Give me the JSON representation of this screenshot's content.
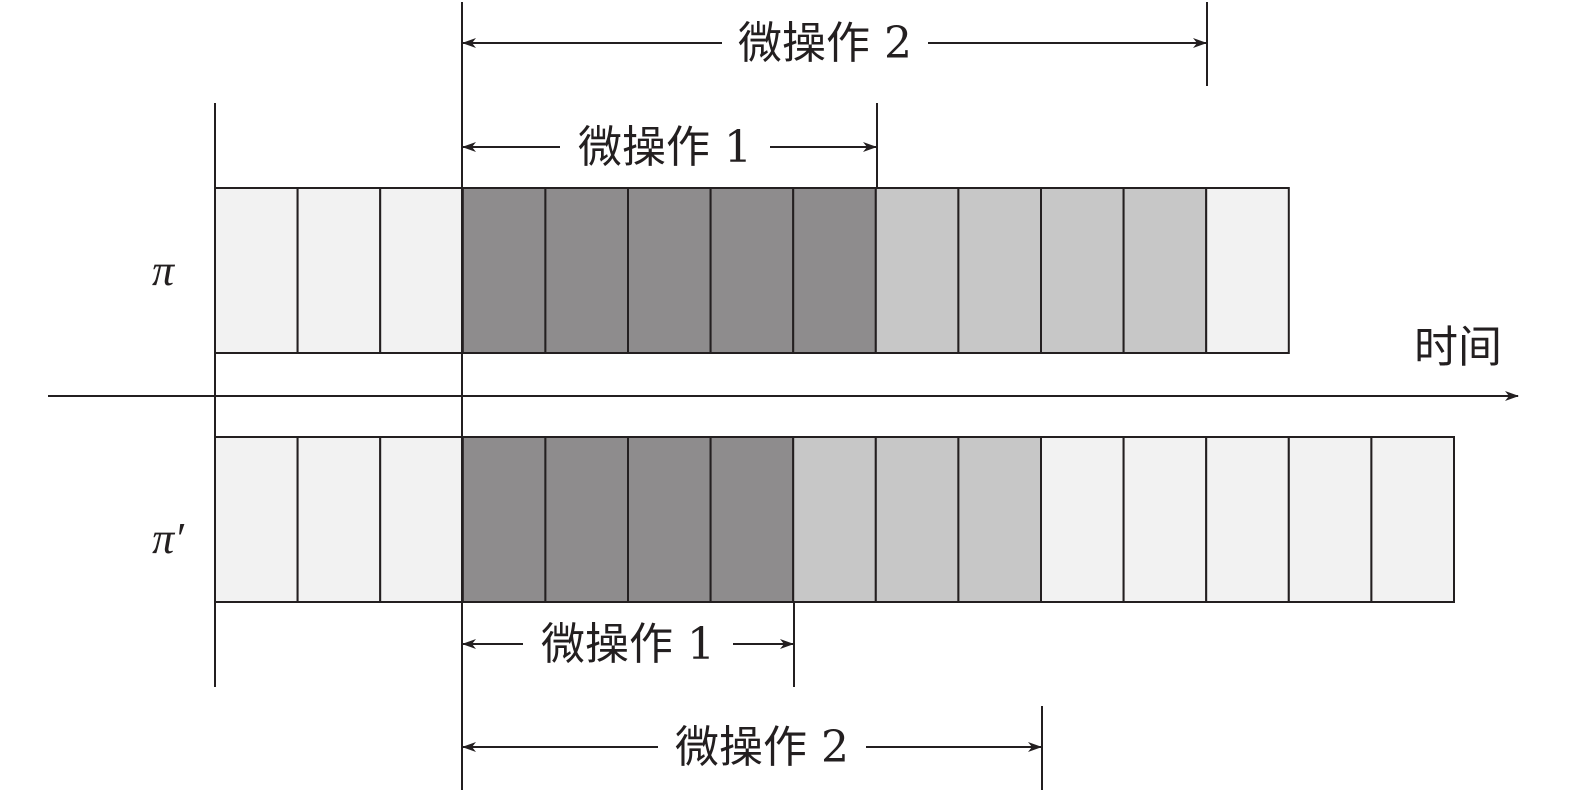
{
  "rows": [
    {
      "label": "π",
      "cells": [
        "light",
        "light",
        "light",
        "dark",
        "dark",
        "dark",
        "dark",
        "dark",
        "mid",
        "mid",
        "mid",
        "mid",
        "light"
      ]
    },
    {
      "label": "π′",
      "cells": [
        "light",
        "light",
        "light",
        "dark",
        "dark",
        "dark",
        "dark",
        "mid",
        "mid",
        "mid",
        "light",
        "light",
        "light",
        "light",
        "light"
      ]
    }
  ],
  "colors": {
    "light": "#f2f2f2",
    "dark": "#8e8c8d",
    "mid": "#c7c7c7",
    "stroke": "#231f20"
  },
  "time_axis_label": "时间",
  "spans": {
    "top_op2": "微操作 2",
    "top_op1": "微操作 1",
    "bottom_op1": "微操作 1",
    "bottom_op2": "微操作 2"
  }
}
